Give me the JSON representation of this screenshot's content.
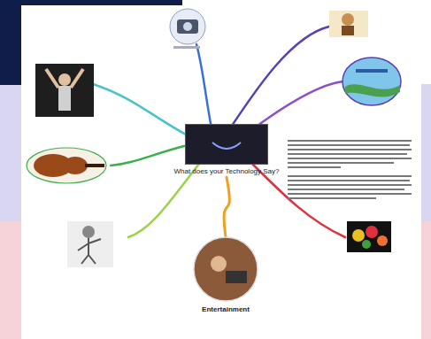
{
  "diagram": {
    "nodes": [
      {
        "text": [
          "What does your Technology Say?"
        ]
      },
      {
        "text": [
          "Entertainment"
        ]
      }
    ],
    "edges": [
      {
        "from": 0,
        "to": 1,
        "arrow": "none"
      }
    ]
  }
}
